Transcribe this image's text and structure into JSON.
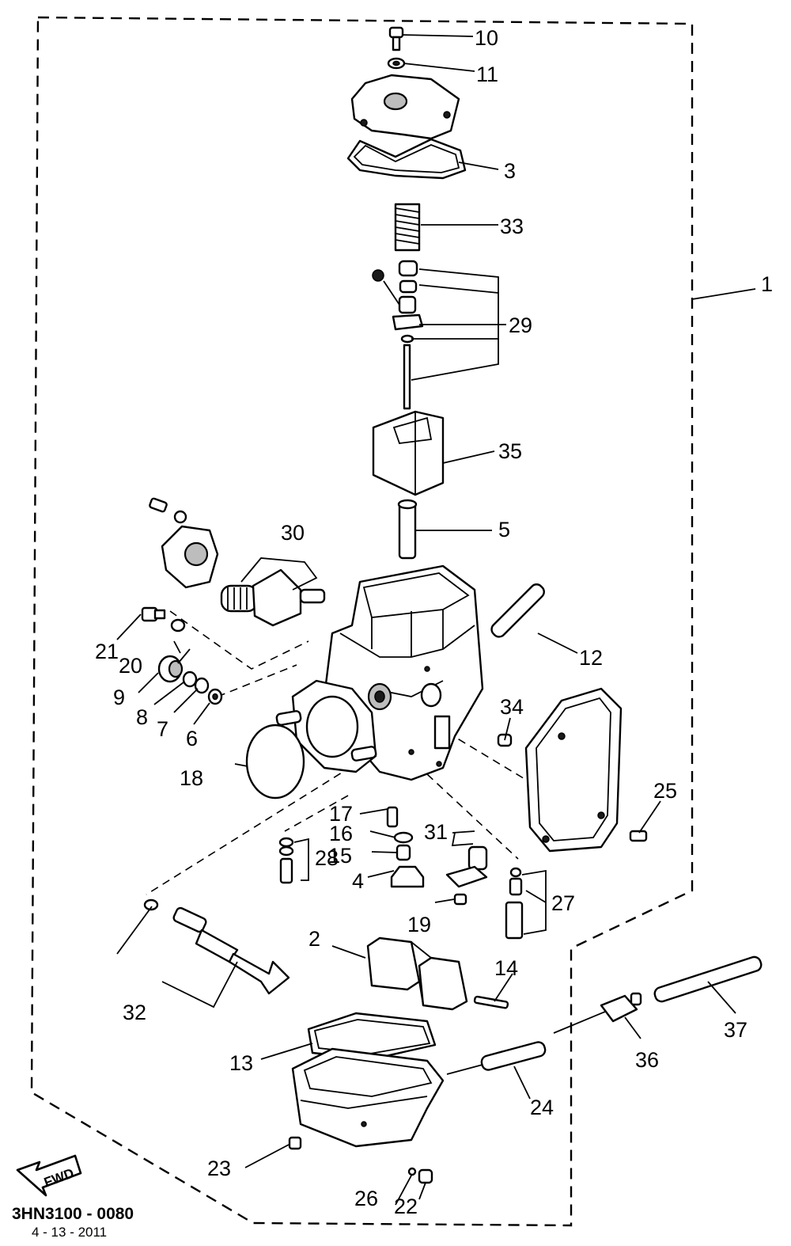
{
  "diagram": {
    "drawing_code": "3HN3100 - 0080",
    "date": "4 - 13 - 2011",
    "fwd_label": "FWD",
    "callouts": [
      {
        "id": "1",
        "label": "1"
      },
      {
        "id": "2",
        "label": "2"
      },
      {
        "id": "3",
        "label": "3"
      },
      {
        "id": "4",
        "label": "4"
      },
      {
        "id": "5",
        "label": "5"
      },
      {
        "id": "6",
        "label": "6"
      },
      {
        "id": "7",
        "label": "7"
      },
      {
        "id": "8",
        "label": "8"
      },
      {
        "id": "9",
        "label": "9"
      },
      {
        "id": "10",
        "label": "10"
      },
      {
        "id": "11",
        "label": "11"
      },
      {
        "id": "12",
        "label": "12"
      },
      {
        "id": "13",
        "label": "13"
      },
      {
        "id": "14",
        "label": "14"
      },
      {
        "id": "15",
        "label": "15"
      },
      {
        "id": "16",
        "label": "16"
      },
      {
        "id": "17",
        "label": "17"
      },
      {
        "id": "18",
        "label": "18"
      },
      {
        "id": "19",
        "label": "19"
      },
      {
        "id": "20",
        "label": "20"
      },
      {
        "id": "21",
        "label": "21"
      },
      {
        "id": "22",
        "label": "22"
      },
      {
        "id": "23",
        "label": "23"
      },
      {
        "id": "24",
        "label": "24"
      },
      {
        "id": "25",
        "label": "25"
      },
      {
        "id": "26",
        "label": "26"
      },
      {
        "id": "27",
        "label": "27"
      },
      {
        "id": "28",
        "label": "28"
      },
      {
        "id": "29",
        "label": "29"
      },
      {
        "id": "30",
        "label": "30"
      },
      {
        "id": "31",
        "label": "31"
      },
      {
        "id": "32",
        "label": "32"
      },
      {
        "id": "33",
        "label": "33"
      },
      {
        "id": "34",
        "label": "34"
      },
      {
        "id": "35",
        "label": "35"
      },
      {
        "id": "36",
        "label": "36"
      },
      {
        "id": "37",
        "label": "37"
      }
    ]
  }
}
